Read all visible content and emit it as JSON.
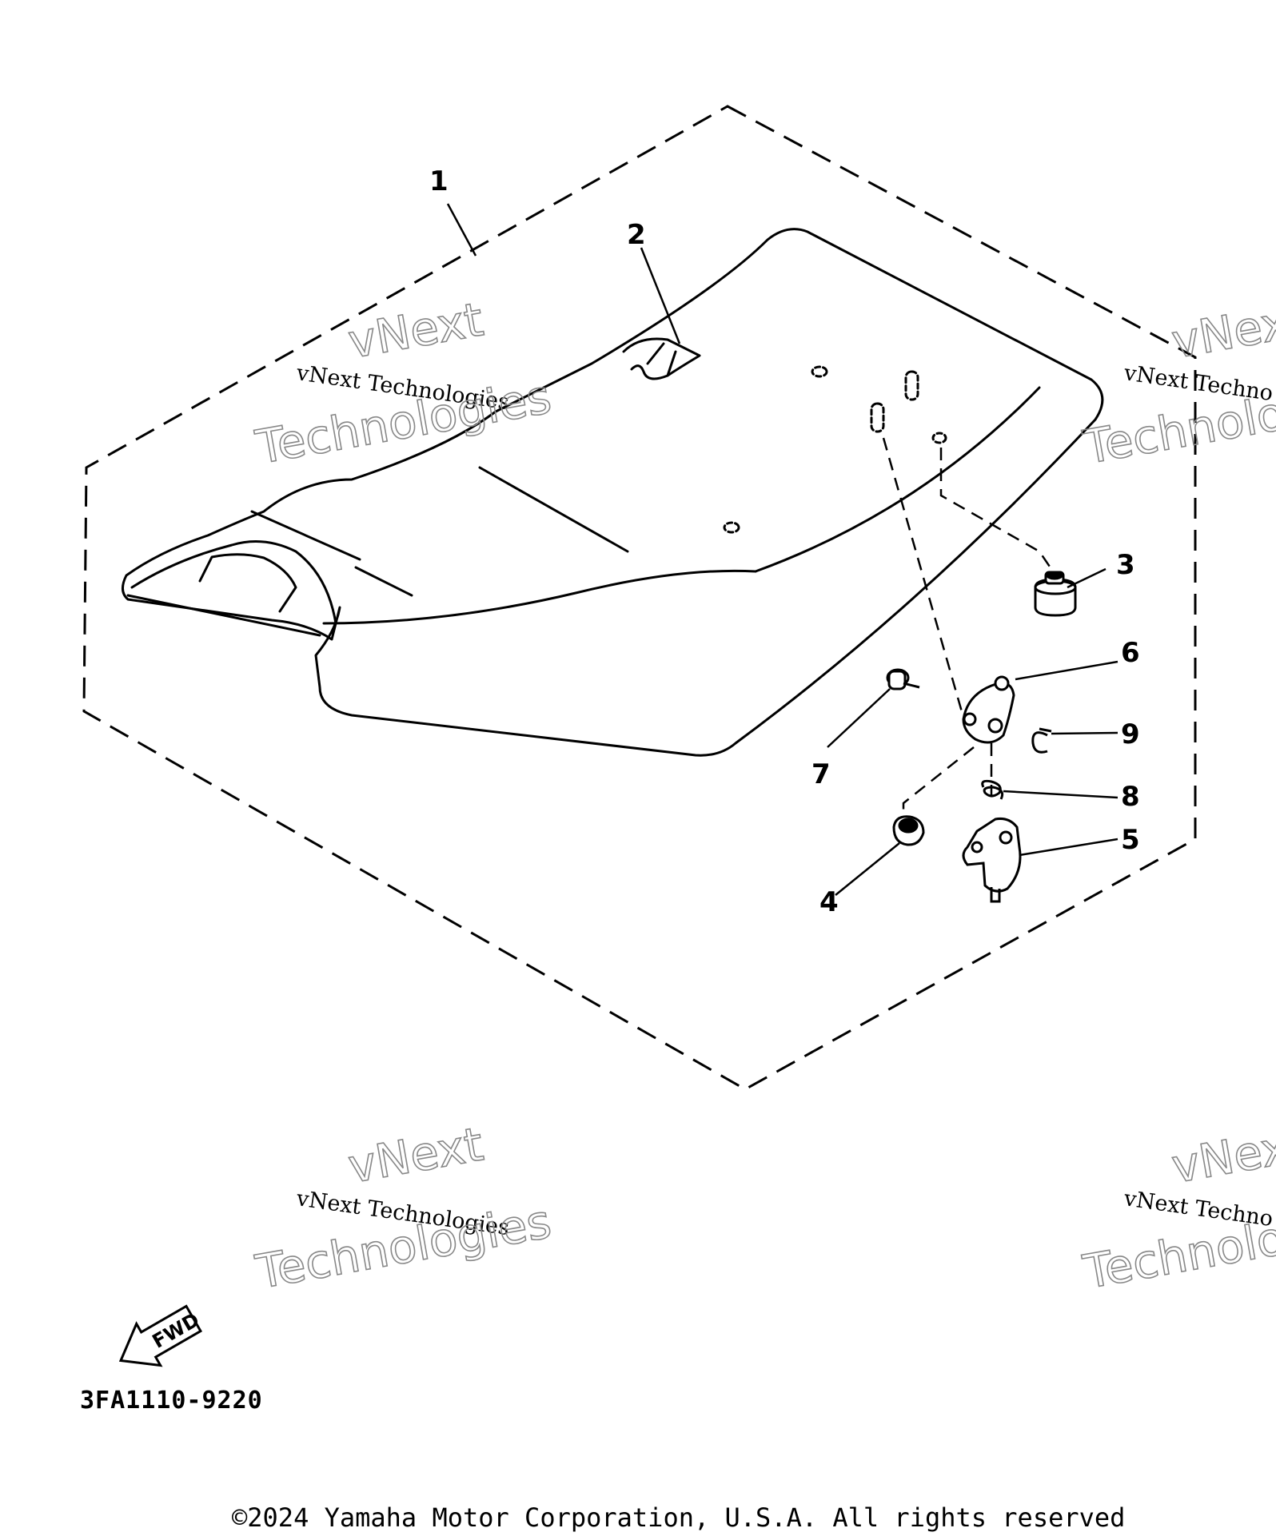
{
  "diagram": {
    "callouts": [
      "1",
      "2",
      "3",
      "4",
      "5",
      "6",
      "7",
      "8",
      "9"
    ],
    "fwd_label": "FWD",
    "figure_code": "3FA1110-9220"
  },
  "watermark": {
    "line_small": "vNext Technologies",
    "line_big_1": "vNext",
    "line_big_2": "Technologies",
    "cut_small": "vNext Techno",
    "cut_big_1": "vNext",
    "cut_big_2": "Technolo"
  },
  "footer": {
    "copyright": "©2024 Yamaha Motor Corporation, U.S.A. All rights reserved"
  }
}
